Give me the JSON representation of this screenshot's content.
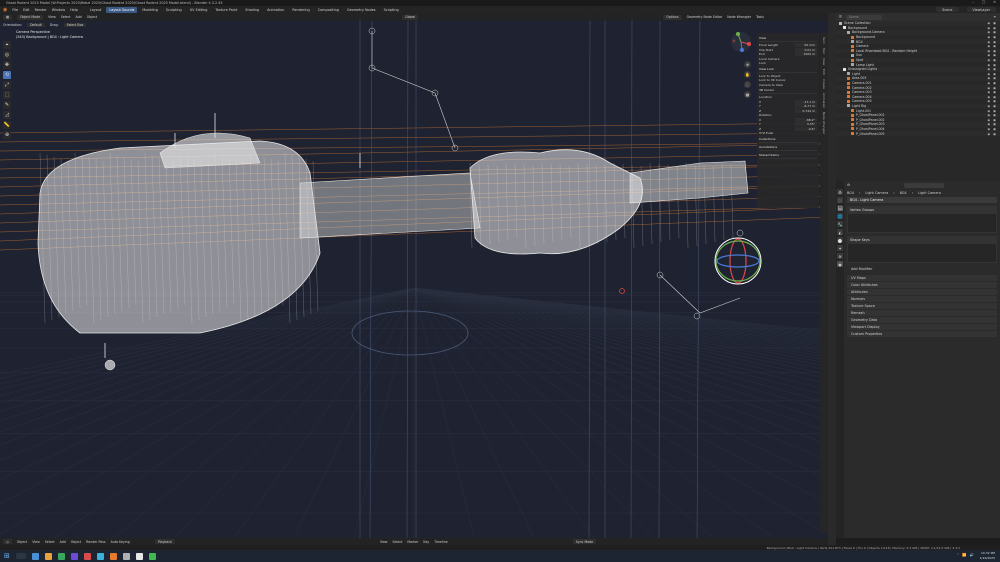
{
  "window": {
    "title": "Ghost Rodent 2025 Model (W:Projects 2025\\Rebel 2025\\Ghost Rodent 2025\\Ghost Rodent 2025 Model.blend) - Blender 4.3.2.45",
    "controls": [
      "–",
      "□",
      "✕"
    ]
  },
  "menubar": {
    "menus": [
      "File",
      "Edit",
      "Render",
      "Window",
      "Help"
    ],
    "workspaces": [
      "Layout",
      "Layout Sounds",
      "Modeling",
      "Sculpting",
      "UV Editing",
      "Texture Paint",
      "Shading",
      "Animation",
      "Rendering",
      "Compositing",
      "Geometry Nodes",
      "Scripting"
    ],
    "active_workspace": "Layout Sounds",
    "scene": "Scene",
    "view_layer": "ViewLayer"
  },
  "viewport": {
    "header": {
      "mode": "Object Mode",
      "menus": [
        "View",
        "Select",
        "Add",
        "Object"
      ],
      "transform": "Global",
      "options": "Options",
      "right_items": [
        "Geometry Node Editor",
        "Node Wrangler",
        "Tools"
      ]
    },
    "header2": {
      "orientation": "Orientation:",
      "orientation_val": "Default",
      "drag": "Drag:",
      "drag_val": "Select Box"
    },
    "info": {
      "view": "Camera Perspective",
      "collection": "(543) Background | BG4 : Light Camera"
    },
    "tools": [
      "⌖",
      "◎",
      "✥",
      "⟲",
      "⤢",
      "⬚",
      "✎",
      "◿",
      "📏",
      "⊕"
    ],
    "active_tool_index": 3,
    "nav_buttons": [
      "⊕",
      "✋",
      "🎥",
      "▦"
    ],
    "bottom": {
      "items": [
        "Object",
        "View",
        "Select",
        "Add",
        "Object",
        "Render Pass",
        "Auto Keying"
      ],
      "frame_mode": "Playback",
      "right": [
        "View",
        "Select",
        "Marker",
        "Key",
        "Timeline"
      ],
      "sync": "Sync Mode"
    }
  },
  "npanel": {
    "view_section": "View",
    "focal": {
      "label": "Focal Length",
      "value": "50 mm"
    },
    "clip_start": {
      "label": "Clip Start",
      "value": "0.01 m"
    },
    "clip_end": {
      "label": "End",
      "value": "1000 m"
    },
    "local_camera": "Local Camera",
    "lock": "Lock",
    "view_lock": "View Lock",
    "lock_to_object": "Lock to Object",
    "lock_to_3d": "Lock to 3D Cursor",
    "camera_lock": "Camera to View",
    "cursor_section": "3D Cursor",
    "location_label": "Location",
    "loc": [
      "-17.1 m",
      "-6.77 m",
      "0.744 m"
    ],
    "rotation_label": "Rotation",
    "rot": [
      "-88.2°",
      "3.35°",
      "-0.6°"
    ],
    "rotation_mode": "XYZ Euler",
    "collections": "Collections",
    "annotations": "Annotations",
    "shared_items": "Shared Items",
    "tabs": [
      "Item",
      "Tool",
      "View",
      "Edit",
      "Create",
      "Animation",
      "Node Wrangler"
    ]
  },
  "outliner": {
    "search_placeholder": "Scene",
    "rows": [
      {
        "name": "Scene Collection",
        "color": "#bbbbbb"
      },
      {
        "name": "Background",
        "color": "#e8e8e8"
      },
      {
        "name": "Background.Camera",
        "color": "#aaaaaa"
      },
      {
        "name": "Background",
        "color": "#d87a3a"
      },
      {
        "name": "BG4",
        "color": "#aaaaaa"
      },
      {
        "name": "Camera",
        "color": "#d87a3a"
      },
      {
        "name": "Local Rhomboid BG4 - Random Height",
        "color": "#d87a3a"
      },
      {
        "name": "Sun",
        "color": "#aaaaaa"
      },
      {
        "name": "Spot",
        "color": "#d87a3a"
      },
      {
        "name": "Lamp Light",
        "color": "#aaaaaa"
      },
      {
        "name": "Unassigned Lights",
        "color": "#e8e8e8"
      },
      {
        "name": "Light",
        "color": "#aaaaaa"
      },
      {
        "name": "Area.003",
        "color": "#d87a3a"
      },
      {
        "name": "Camera.001",
        "color": "#d87a3a"
      },
      {
        "name": "Camera.002",
        "color": "#d87a3a"
      },
      {
        "name": "Camera.003",
        "color": "#d87a3a"
      },
      {
        "name": "Camera.004",
        "color": "#d87a3a"
      },
      {
        "name": "Camera.005",
        "color": "#d87a3a"
      },
      {
        "name": "Light Rig",
        "color": "#aaaaaa"
      },
      {
        "name": "Light.001",
        "color": "#d87a3a"
      },
      {
        "name": "P_GhostPanel.001",
        "color": "#d87a3a"
      },
      {
        "name": "P_GhostPanel.002",
        "color": "#d87a3a"
      },
      {
        "name": "P_GhostPanel.003",
        "color": "#d87a3a"
      },
      {
        "name": "P_GhostPanel.004",
        "color": "#d87a3a"
      },
      {
        "name": "P_GhostPanel.005",
        "color": "#d87a3a"
      }
    ]
  },
  "properties": {
    "breadcrumb": [
      "BG4",
      "Light Camera",
      "BG4",
      "Light Camera"
    ],
    "name": "BG4 - Light Camera",
    "panels": [
      "Vertex Groups",
      "Shape Keys"
    ],
    "add_modifier": "Add Modifier",
    "sections": [
      "UV Maps",
      "Color Attributes",
      "Attributes",
      "Normals",
      "Texture Space",
      "Remesh",
      "Geometry Data",
      "Viewport Display",
      "Custom Properties"
    ],
    "tabs": [
      "⚙",
      "🎥",
      "🖼",
      "🌐",
      "🔧",
      "◭",
      "⬤",
      "✦",
      "≋",
      "◉"
    ]
  },
  "statusbar": {
    "text": "Background | BG4 : Light Camera | Verts 201,873 | Faces 0 | Tris 0 | Objects 1/118 | Memory: 4.3 GiB | VRAM: 2.1/12.0 GiB | 4.3.2"
  },
  "taskbar": {
    "apps_colors": [
      "#4a90d9",
      "#e8a33c",
      "#3aa55c",
      "#6c4bd8",
      "#d84b4b",
      "#3bb3d8",
      "#e87a2f",
      "#b0b0b0",
      "#e8e8e8",
      "#3fb950"
    ],
    "tray": [
      "⌃",
      "📶",
      "🔊"
    ],
    "time": "10:32 PM",
    "date": "1/16/2025"
  },
  "colors": {
    "accent": "#4772b3",
    "wire": "#e6e6e6",
    "orange_lines": "#d87a2f",
    "grid": "#2a3040"
  }
}
